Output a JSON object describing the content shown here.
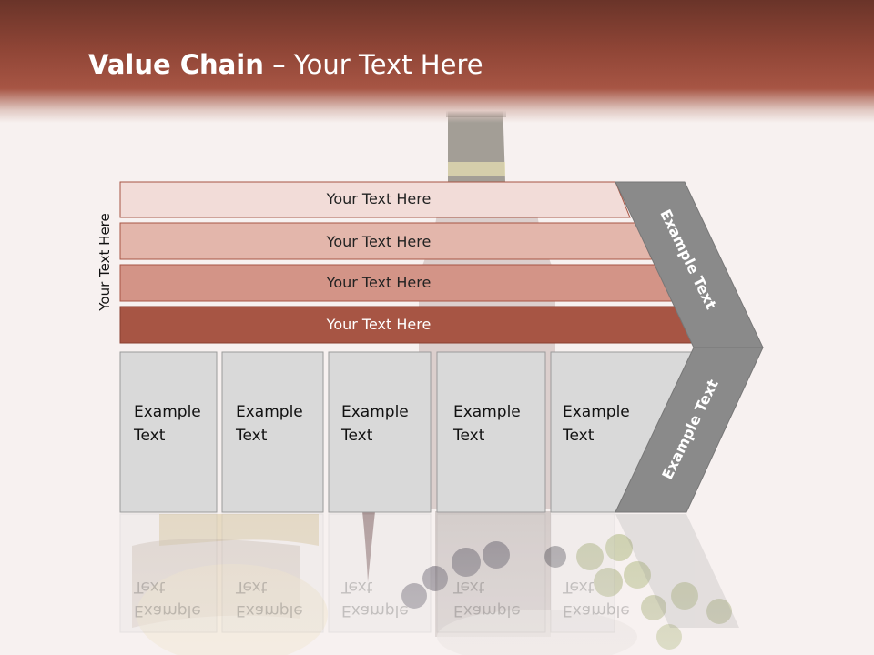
{
  "slide": {
    "title_bold": "Value Chain",
    "title_rest": " – Your Text Here",
    "side_label": "Your Text Here"
  },
  "bands": [
    {
      "label": "Your Text Here",
      "color": "#f2dcd8"
    },
    {
      "label": "Your Text Here",
      "color": "#e3b6ab"
    },
    {
      "label": "Your Text Here",
      "color": "#d39487"
    },
    {
      "label": "Your Text Here",
      "color": "#a75544"
    }
  ],
  "boxes": [
    {
      "line1": "Example",
      "line2": "Text"
    },
    {
      "line1": "Example",
      "line2": "Text"
    },
    {
      "line1": "Example",
      "line2": "Text"
    },
    {
      "line1": "Example",
      "line2": "Text"
    },
    {
      "line1": "Example",
      "line2": "Text"
    }
  ],
  "chevron": {
    "upper_text": "Example Text",
    "lower_text": "Example Text",
    "color": "#8a8a8a"
  },
  "colors": {
    "header_dark": "#6a3429",
    "header_light": "#a75544",
    "box_fill": "#d9d9d9",
    "box_border": "#9a9a9a"
  }
}
